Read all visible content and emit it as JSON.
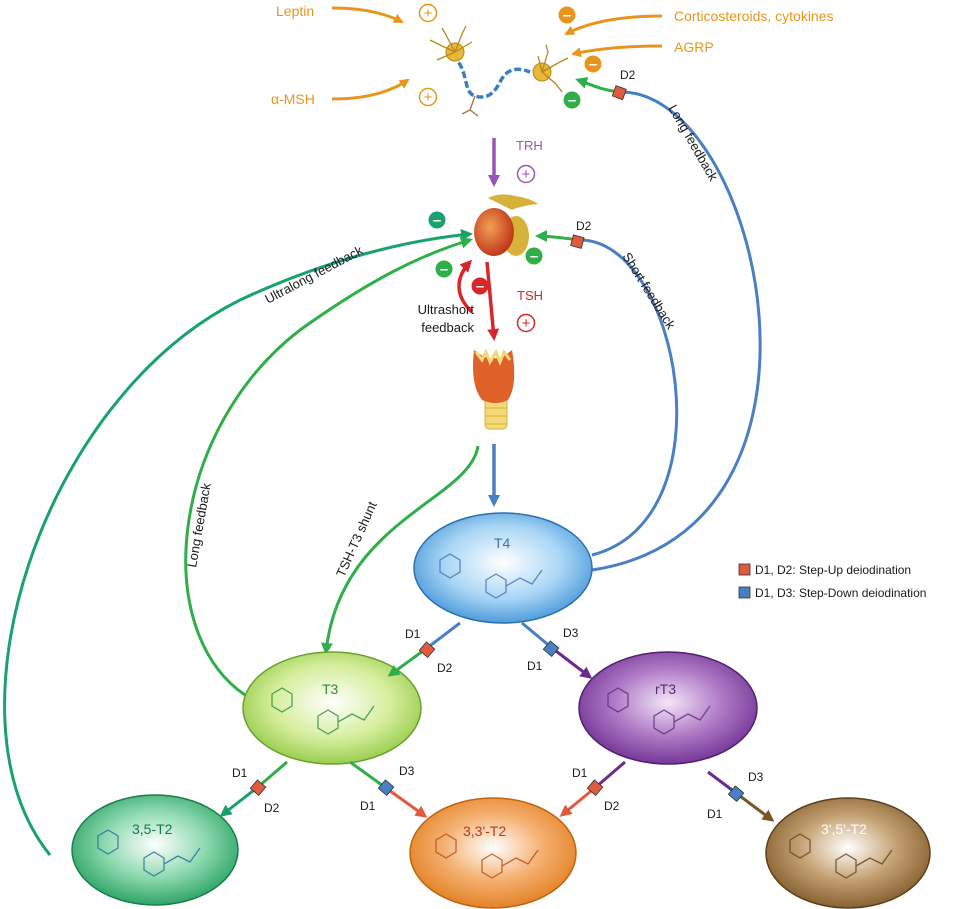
{
  "inputs": {
    "leptin": "Leptin",
    "alpha_msh": "α-MSH",
    "corticosteroids": "Corticosteroids, cytokines",
    "agrp": "AGRP"
  },
  "signs": {
    "plus": "+",
    "minus": "–"
  },
  "hormones": {
    "trh": "TRH",
    "tsh": "TSH"
  },
  "feedback": {
    "long_top": "Long feedback",
    "short": "Short feedback",
    "ultralong": "Ultralong feedback",
    "ultrashort_1": "Ultrashort",
    "ultrashort_2": "feedback",
    "long_left": "Long feedback",
    "shunt": "TSH-T3 shunt"
  },
  "enzymes": {
    "d1": "D1",
    "d2": "D2",
    "d3": "D3"
  },
  "ovals": {
    "t4": "T4",
    "t3": "T3",
    "rt3": "rT3",
    "t2_35": "3,5-T2",
    "t2_33": "3,3'-T2",
    "t2_35p": "3',5'-T2"
  },
  "legend": {
    "step_up": "D1, D2: Step-Up deiodination",
    "step_down": "D1, D3: Step-Down deiodination"
  },
  "colors": {
    "orange": "#e8951e",
    "green": "#2fae49",
    "teal": "#19a26b",
    "blue": "#4a7fc4",
    "purple": "#6a2a8e",
    "red": "#d8262b",
    "brown": "#7a5526",
    "step_up_box": "#e05a3e",
    "step_down_box": "#4a7fc4"
  }
}
